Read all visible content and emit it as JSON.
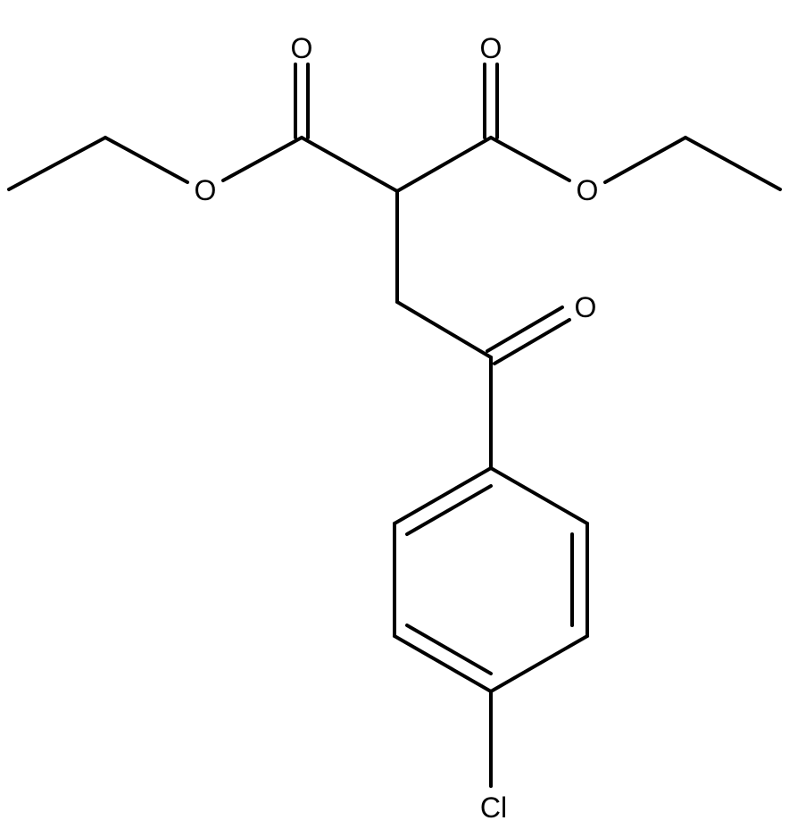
{
  "structure": {
    "atoms": [
      {
        "id": "o_carbonyl_left",
        "symbol": "O"
      },
      {
        "id": "o_carbonyl_right",
        "symbol": "O"
      },
      {
        "id": "o_ether_left",
        "symbol": "O"
      },
      {
        "id": "o_ether_right",
        "symbol": "O"
      },
      {
        "id": "o_ketone",
        "symbol": "O"
      },
      {
        "id": "cl",
        "symbol": "Cl"
      }
    ]
  },
  "colors": {
    "bond": "#000000",
    "label": "#000000",
    "background": "#ffffff"
  }
}
